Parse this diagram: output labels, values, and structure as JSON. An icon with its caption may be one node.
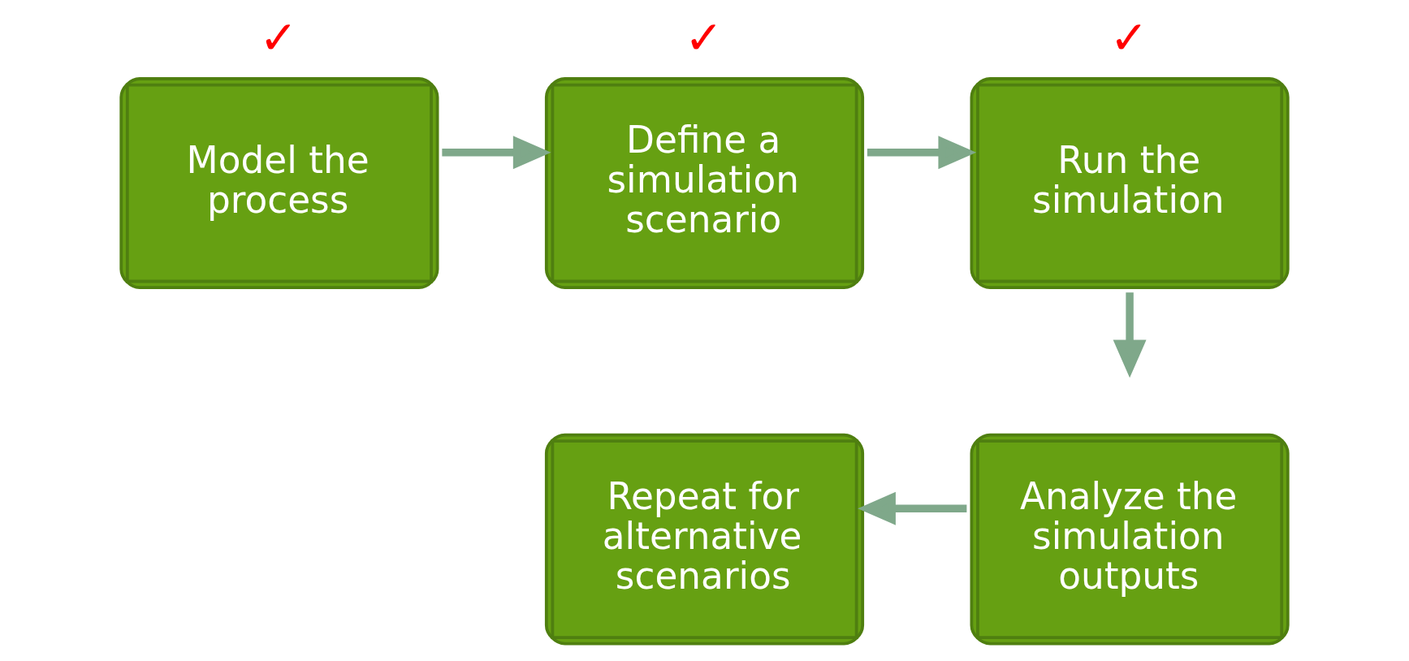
{
  "diagram": {
    "nodes": [
      {
        "text": [
          "Model the process"
        ],
        "beside": [
          "✓"
        ]
      },
      {
        "text": [
          "Define a simulation scenario"
        ],
        "beside": [
          "✓"
        ]
      },
      {
        "text": [
          "Run the simulation"
        ],
        "beside": [
          "✓"
        ]
      },
      {
        "text": [
          "Repeat for alternative scenarios"
        ]
      },
      {
        "text": [
          "Analyze the simulation outputs"
        ]
      }
    ],
    "edges": [
      {
        "from": 0,
        "to": 1,
        "arrow": "to"
      },
      {
        "from": 1,
        "to": 2,
        "arrow": "to"
      },
      {
        "from": 2,
        "to": 4,
        "arrow": "to"
      },
      {
        "from": 4,
        "to": 3,
        "arrow": "to"
      }
    ]
  }
}
